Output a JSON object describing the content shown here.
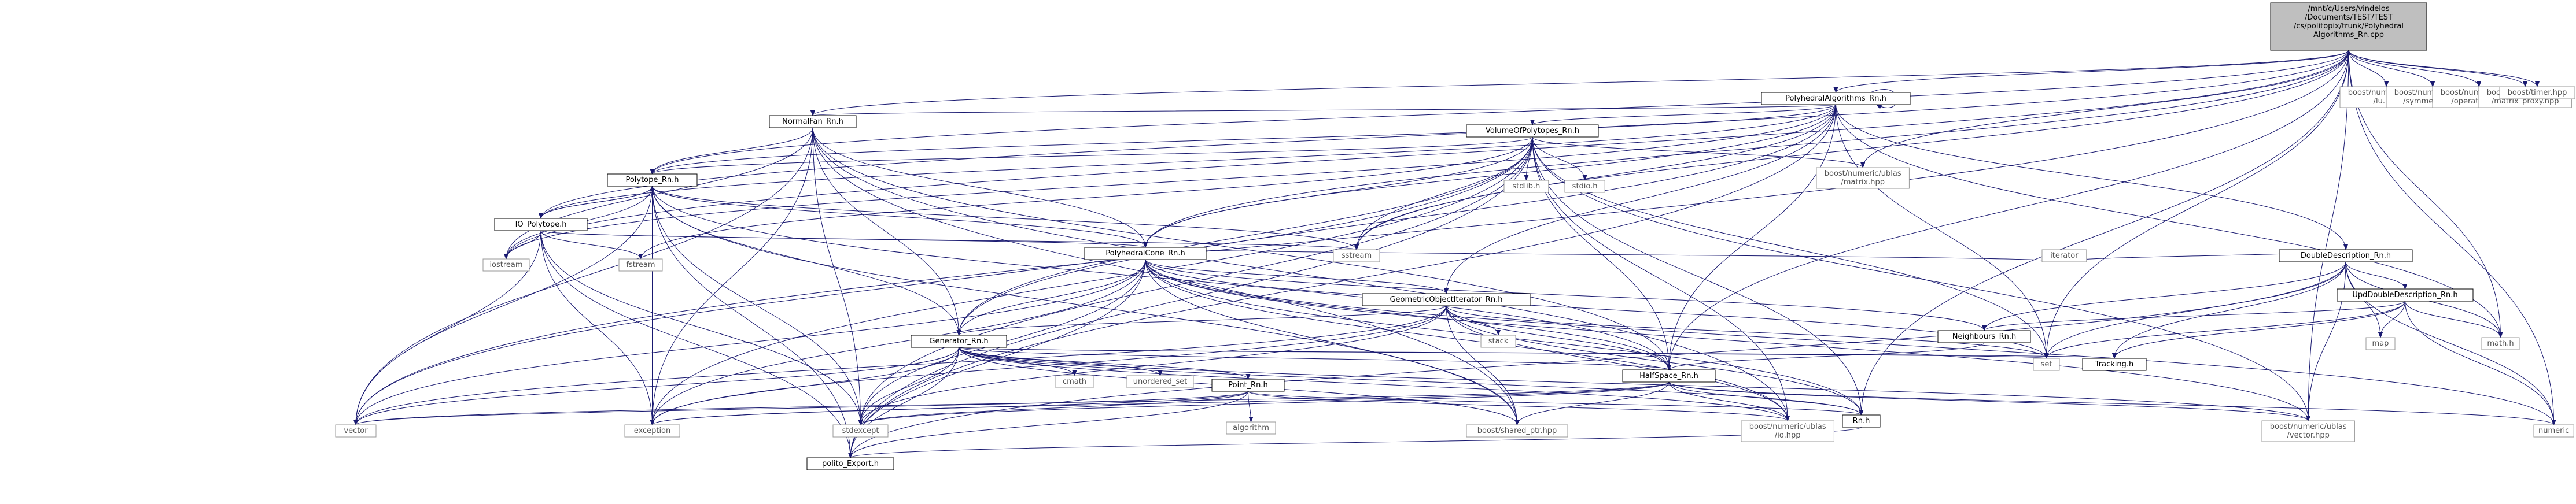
{
  "nodes": [
    {
      "id": "root",
      "lines": [
        "/mnt/c/Users/vindelos",
        "/Documents/TEST/TEST",
        "/cs/politopix/trunk/Polyhedral",
        "Algorithms_Rn.cpp"
      ],
      "style": "root"
    },
    {
      "id": "pa",
      "lines": [
        "PolyhedralAlgorithms_Rn.h"
      ],
      "style": "link"
    },
    {
      "id": "nf",
      "lines": [
        "NormalFan_Rn.h"
      ],
      "style": "link"
    },
    {
      "id": "vp",
      "lines": [
        "VolumeOfPolytopes_Rn.h"
      ],
      "style": "link"
    },
    {
      "id": "pt",
      "lines": [
        "Polytope_Rn.h"
      ],
      "style": "link"
    },
    {
      "id": "io",
      "lines": [
        "IO_Polytope.h"
      ],
      "style": "link"
    },
    {
      "id": "pc",
      "lines": [
        "PolyhedralCone_Rn.h"
      ],
      "style": "link"
    },
    {
      "id": "goi",
      "lines": [
        "GeometricObjectIterator_Rn.h"
      ],
      "style": "link"
    },
    {
      "id": "gen",
      "lines": [
        "Generator_Rn.h"
      ],
      "style": "link"
    },
    {
      "id": "hs",
      "lines": [
        "HalfSpace_Rn.h"
      ],
      "style": "link"
    },
    {
      "id": "pnt",
      "lines": [
        "Point_Rn.h"
      ],
      "style": "link"
    },
    {
      "id": "rn",
      "lines": [
        "Rn.h"
      ],
      "style": "link"
    },
    {
      "id": "pe",
      "lines": [
        "polito_Export.h"
      ],
      "style": "link"
    },
    {
      "id": "dd",
      "lines": [
        "DoubleDescription_Rn.h"
      ],
      "style": "link"
    },
    {
      "id": "udd",
      "lines": [
        "UpdDoubleDescription_Rn.h"
      ],
      "style": "link"
    },
    {
      "id": "nb",
      "lines": [
        "Neighbours_Rn.h"
      ],
      "style": "link"
    },
    {
      "id": "tr",
      "lines": [
        "Tracking.h"
      ],
      "style": "link"
    },
    {
      "id": "iostream",
      "lines": [
        "iostream"
      ],
      "style": "ext"
    },
    {
      "id": "fstream",
      "lines": [
        "fstream"
      ],
      "style": "ext"
    },
    {
      "id": "sstream",
      "lines": [
        "sstream"
      ],
      "style": "ext"
    },
    {
      "id": "stdlib",
      "lines": [
        "stdlib.h"
      ],
      "style": "ext"
    },
    {
      "id": "stdio",
      "lines": [
        "stdio.h"
      ],
      "style": "ext"
    },
    {
      "id": "bmatrix",
      "lines": [
        "boost/numeric/ublas",
        "/matrix.hpp"
      ],
      "style": "ext"
    },
    {
      "id": "iterator",
      "lines": [
        "iterator"
      ],
      "style": "ext"
    },
    {
      "id": "stack",
      "lines": [
        "stack"
      ],
      "style": "ext"
    },
    {
      "id": "cmath",
      "lines": [
        "cmath"
      ],
      "style": "ext"
    },
    {
      "id": "uset",
      "lines": [
        "unordered_set"
      ],
      "style": "ext"
    },
    {
      "id": "set",
      "lines": [
        "set"
      ],
      "style": "ext"
    },
    {
      "id": "map",
      "lines": [
        "map"
      ],
      "style": "ext"
    },
    {
      "id": "mathh",
      "lines": [
        "math.h"
      ],
      "style": "ext"
    },
    {
      "id": "algorithm",
      "lines": [
        "algorithm"
      ],
      "style": "ext"
    },
    {
      "id": "vector",
      "lines": [
        "vector"
      ],
      "style": "ext"
    },
    {
      "id": "exception",
      "lines": [
        "exception"
      ],
      "style": "ext"
    },
    {
      "id": "stdexcept",
      "lines": [
        "stdexcept"
      ],
      "style": "ext"
    },
    {
      "id": "shptr",
      "lines": [
        "boost/shared_ptr.hpp"
      ],
      "style": "ext"
    },
    {
      "id": "bio",
      "lines": [
        "boost/numeric/ublas",
        "/io.hpp"
      ],
      "style": "ext"
    },
    {
      "id": "bvector",
      "lines": [
        "boost/numeric/ublas",
        "/vector.hpp"
      ],
      "style": "ext"
    },
    {
      "id": "numeric",
      "lines": [
        "numeric"
      ],
      "style": "ext"
    },
    {
      "id": "blu",
      "lines": [
        "boost/numeric/ublas",
        "/lu.hpp"
      ],
      "style": "ext"
    },
    {
      "id": "bsym",
      "lines": [
        "boost/numeric/ublas",
        "/symmetric.hpp"
      ],
      "style": "ext"
    },
    {
      "id": "bop",
      "lines": [
        "boost/numeric/ublas",
        "/operation.hpp"
      ],
      "style": "ext"
    },
    {
      "id": "bmp",
      "lines": [
        "boost/numeric/ublas",
        "/matrix_proxy.hpp"
      ],
      "style": "ext"
    },
    {
      "id": "btimer",
      "lines": [
        "boost/timer.hpp"
      ],
      "style": "ext"
    }
  ],
  "edges": [
    [
      "root",
      "pa"
    ],
    [
      "root",
      "nf"
    ],
    [
      "root",
      "pt"
    ],
    [
      "root",
      "io"
    ],
    [
      "root",
      "pc"
    ],
    [
      "root",
      "hs"
    ],
    [
      "root",
      "rn"
    ],
    [
      "root",
      "iostream"
    ],
    [
      "root",
      "vector"
    ],
    [
      "root",
      "sstream"
    ],
    [
      "root",
      "bmatrix"
    ],
    [
      "root",
      "set"
    ],
    [
      "root",
      "mathh"
    ],
    [
      "root",
      "numeric"
    ],
    [
      "root",
      "bvector"
    ],
    [
      "root",
      "blu"
    ],
    [
      "root",
      "bsym"
    ],
    [
      "root",
      "bop"
    ],
    [
      "root",
      "bmp"
    ],
    [
      "root",
      "btimer"
    ],
    [
      "pa",
      "pa"
    ],
    [
      "pa",
      "nf"
    ],
    [
      "pa",
      "vp"
    ],
    [
      "pa",
      "pt"
    ],
    [
      "pa",
      "io"
    ],
    [
      "pa",
      "pc"
    ],
    [
      "pa",
      "goi"
    ],
    [
      "pa",
      "gen"
    ],
    [
      "pa",
      "hs"
    ],
    [
      "pa",
      "dd"
    ],
    [
      "pa",
      "pe"
    ],
    [
      "pa",
      "iostream"
    ],
    [
      "pa",
      "sstream"
    ],
    [
      "pa",
      "set"
    ],
    [
      "pa",
      "mathh"
    ],
    [
      "nf",
      "pt"
    ],
    [
      "nf",
      "pc"
    ],
    [
      "nf",
      "gen"
    ],
    [
      "nf",
      "hs"
    ],
    [
      "nf",
      "vector"
    ],
    [
      "nf",
      "iostream"
    ],
    [
      "nf",
      "exception"
    ],
    [
      "nf",
      "stdexcept"
    ],
    [
      "nf",
      "shptr"
    ],
    [
      "nf",
      "bio"
    ],
    [
      "vp",
      "pt"
    ],
    [
      "vp",
      "pc"
    ],
    [
      "vp",
      "gen"
    ],
    [
      "vp",
      "hs"
    ],
    [
      "vp",
      "stdlib"
    ],
    [
      "vp",
      "stdio"
    ],
    [
      "vp",
      "bmatrix"
    ],
    [
      "vp",
      "sstream"
    ],
    [
      "vp",
      "fstream"
    ],
    [
      "vp",
      "set"
    ],
    [
      "vp",
      "rn"
    ],
    [
      "vp",
      "bio"
    ],
    [
      "vp",
      "bvector"
    ],
    [
      "vp",
      "exception"
    ],
    [
      "vp",
      "stdexcept"
    ],
    [
      "vp",
      "pe"
    ],
    [
      "vp",
      "vector"
    ],
    [
      "pt",
      "io"
    ],
    [
      "pt",
      "pc"
    ],
    [
      "pt",
      "gen"
    ],
    [
      "pt",
      "hs"
    ],
    [
      "pt",
      "iostream"
    ],
    [
      "pt",
      "sstream"
    ],
    [
      "pt",
      "vector"
    ],
    [
      "pt",
      "exception"
    ],
    [
      "pt",
      "stdexcept"
    ],
    [
      "pt",
      "pe"
    ],
    [
      "pt",
      "shptr"
    ],
    [
      "io",
      "pt"
    ],
    [
      "io",
      "pc"
    ],
    [
      "io",
      "iostream"
    ],
    [
      "io",
      "fstream"
    ],
    [
      "io",
      "sstream"
    ],
    [
      "io",
      "vector"
    ],
    [
      "io",
      "exception"
    ],
    [
      "io",
      "stdexcept"
    ],
    [
      "io",
      "pe"
    ],
    [
      "pc",
      "goi"
    ],
    [
      "pc",
      "gen"
    ],
    [
      "pc",
      "hs"
    ],
    [
      "pc",
      "nb"
    ],
    [
      "pc",
      "iterator"
    ],
    [
      "pc",
      "set"
    ],
    [
      "pc",
      "numeric"
    ],
    [
      "pc",
      "rn"
    ],
    [
      "pc",
      "shptr"
    ],
    [
      "pc",
      "vector"
    ],
    [
      "pc",
      "exception"
    ],
    [
      "pc",
      "stdexcept"
    ],
    [
      "pc",
      "pe"
    ],
    [
      "pc",
      "bio"
    ],
    [
      "pc",
      "bvector"
    ],
    [
      "goi",
      "gen"
    ],
    [
      "goi",
      "hs"
    ],
    [
      "goi",
      "stack"
    ],
    [
      "goi",
      "set"
    ],
    [
      "goi",
      "rn"
    ],
    [
      "goi",
      "shptr"
    ],
    [
      "goi",
      "exception"
    ],
    [
      "goi",
      "stdexcept"
    ],
    [
      "goi",
      "vector"
    ],
    [
      "goi",
      "bio"
    ],
    [
      "gen",
      "pnt"
    ],
    [
      "gen",
      "hs"
    ],
    [
      "gen",
      "tr"
    ],
    [
      "gen",
      "cmath"
    ],
    [
      "gen",
      "uset"
    ],
    [
      "gen",
      "set"
    ],
    [
      "gen",
      "vector"
    ],
    [
      "gen",
      "exception"
    ],
    [
      "gen",
      "stdexcept"
    ],
    [
      "gen",
      "shptr"
    ],
    [
      "gen",
      "bio"
    ],
    [
      "gen",
      "rn"
    ],
    [
      "gen",
      "pe"
    ],
    [
      "gen",
      "bvector"
    ],
    [
      "hs",
      "rn"
    ],
    [
      "hs",
      "vector"
    ],
    [
      "hs",
      "exception"
    ],
    [
      "hs",
      "stdexcept"
    ],
    [
      "hs",
      "shptr"
    ],
    [
      "hs",
      "bio"
    ],
    [
      "hs",
      "bvector"
    ],
    [
      "hs",
      "numeric"
    ],
    [
      "pnt",
      "algorithm"
    ],
    [
      "pnt",
      "exception"
    ],
    [
      "pnt",
      "stdexcept"
    ],
    [
      "pnt",
      "vector"
    ],
    [
      "pnt",
      "rn"
    ],
    [
      "pnt",
      "pe"
    ],
    [
      "pnt",
      "bio"
    ],
    [
      "rn",
      "pe"
    ],
    [
      "dd",
      "udd"
    ],
    [
      "dd",
      "nb"
    ],
    [
      "dd",
      "tr"
    ],
    [
      "dd",
      "iterator"
    ],
    [
      "dd",
      "map"
    ],
    [
      "dd",
      "mathh"
    ],
    [
      "dd",
      "set"
    ],
    [
      "dd",
      "numeric"
    ],
    [
      "dd",
      "pe"
    ],
    [
      "dd",
      "bvector"
    ],
    [
      "udd",
      "nb"
    ],
    [
      "udd",
      "tr"
    ],
    [
      "udd",
      "map"
    ],
    [
      "udd",
      "mathh"
    ],
    [
      "udd",
      "set"
    ],
    [
      "udd",
      "numeric"
    ],
    [
      "nb",
      "hs"
    ]
  ]
}
